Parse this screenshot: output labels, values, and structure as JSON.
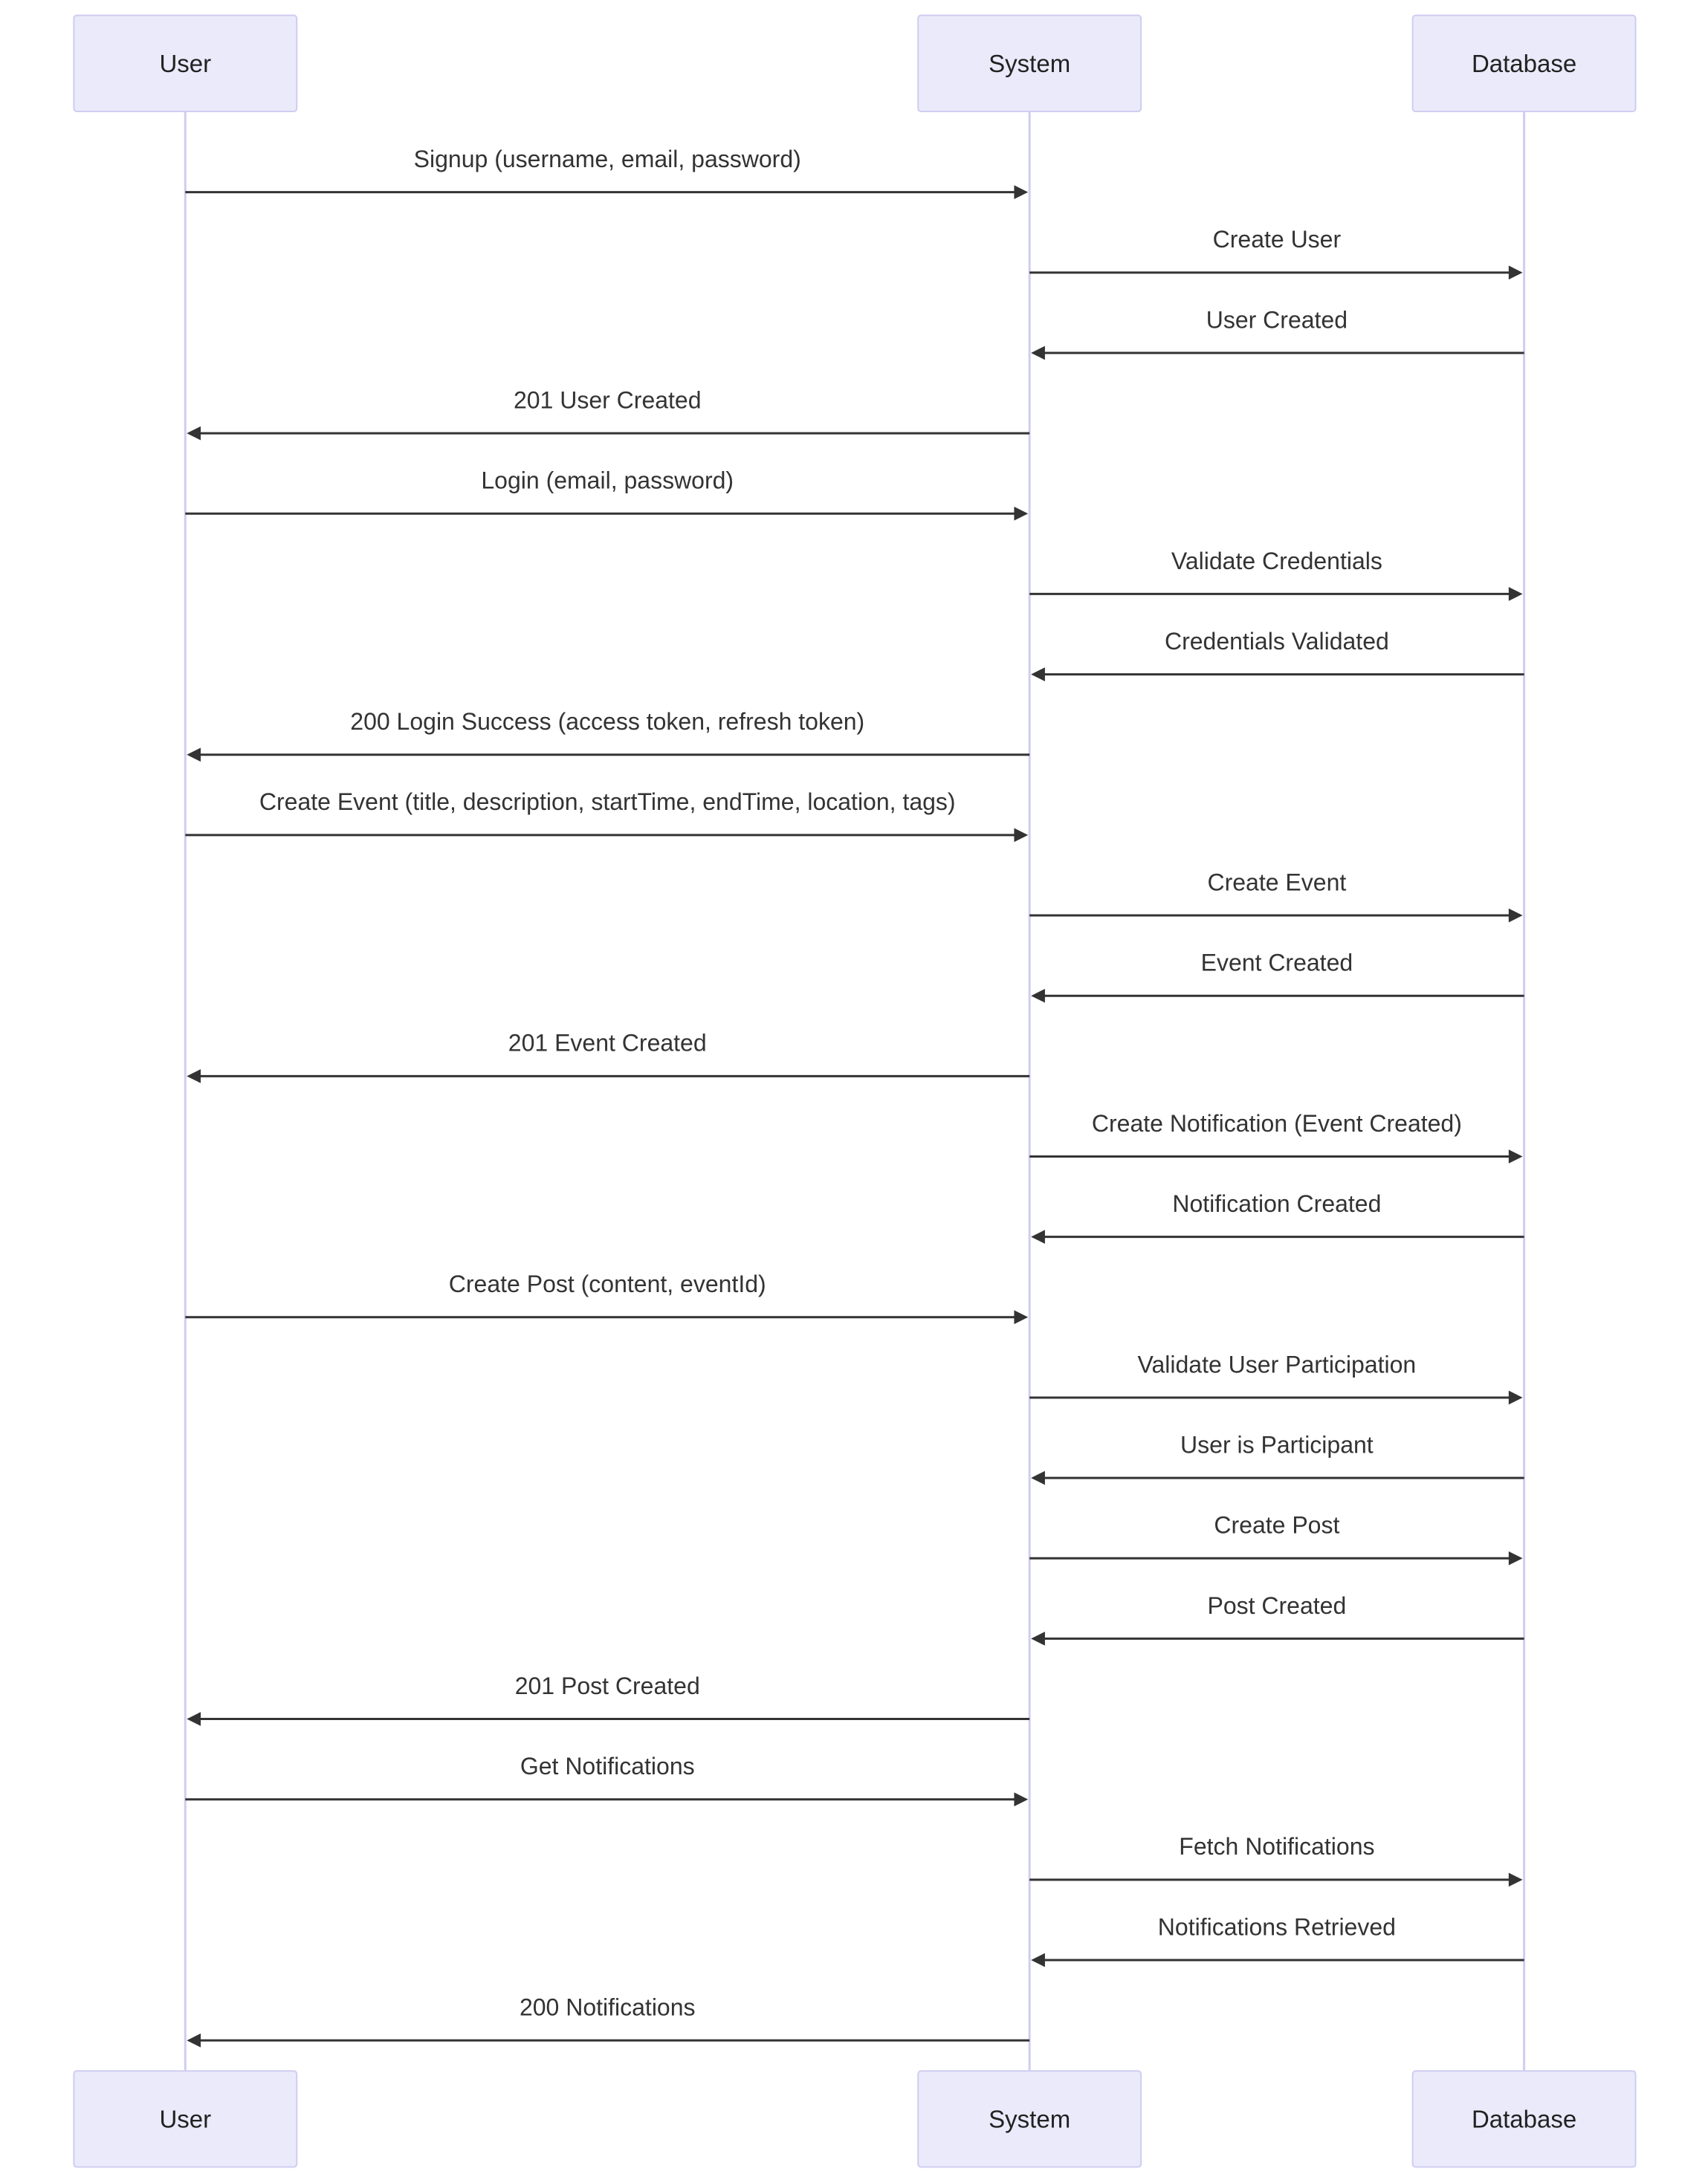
{
  "participants": [
    {
      "id": "user",
      "label": "User"
    },
    {
      "id": "system",
      "label": "System"
    },
    {
      "id": "database",
      "label": "Database"
    }
  ],
  "messages": [
    {
      "from": "user",
      "to": "system",
      "label": "Signup (username, email, password)"
    },
    {
      "from": "system",
      "to": "database",
      "label": "Create User"
    },
    {
      "from": "database",
      "to": "system",
      "label": "User Created"
    },
    {
      "from": "system",
      "to": "user",
      "label": "201 User Created"
    },
    {
      "from": "user",
      "to": "system",
      "label": "Login (email, password)"
    },
    {
      "from": "system",
      "to": "database",
      "label": "Validate Credentials"
    },
    {
      "from": "database",
      "to": "system",
      "label": "Credentials Validated"
    },
    {
      "from": "system",
      "to": "user",
      "label": "200 Login Success (access token, refresh token)"
    },
    {
      "from": "user",
      "to": "system",
      "label": "Create Event (title, description, startTime, endTime, location, tags)"
    },
    {
      "from": "system",
      "to": "database",
      "label": "Create Event"
    },
    {
      "from": "database",
      "to": "system",
      "label": "Event Created"
    },
    {
      "from": "system",
      "to": "user",
      "label": "201 Event Created"
    },
    {
      "from": "system",
      "to": "database",
      "label": "Create Notification (Event Created)"
    },
    {
      "from": "database",
      "to": "system",
      "label": "Notification Created"
    },
    {
      "from": "user",
      "to": "system",
      "label": "Create Post (content, eventId)"
    },
    {
      "from": "system",
      "to": "database",
      "label": "Validate User Participation"
    },
    {
      "from": "database",
      "to": "system",
      "label": "User is Participant"
    },
    {
      "from": "system",
      "to": "database",
      "label": "Create Post"
    },
    {
      "from": "database",
      "to": "system",
      "label": "Post Created"
    },
    {
      "from": "system",
      "to": "user",
      "label": "201 Post Created"
    },
    {
      "from": "user",
      "to": "system",
      "label": "Get Notifications"
    },
    {
      "from": "system",
      "to": "database",
      "label": "Fetch Notifications"
    },
    {
      "from": "database",
      "to": "system",
      "label": "Notifications Retrieved"
    },
    {
      "from": "system",
      "to": "user",
      "label": "200 Notifications"
    }
  ],
  "colors": {
    "actor_fill": "#eaeafb",
    "actor_border": "#cfcdf0",
    "lifeline": "#cfcdf0",
    "message": "#333333"
  }
}
